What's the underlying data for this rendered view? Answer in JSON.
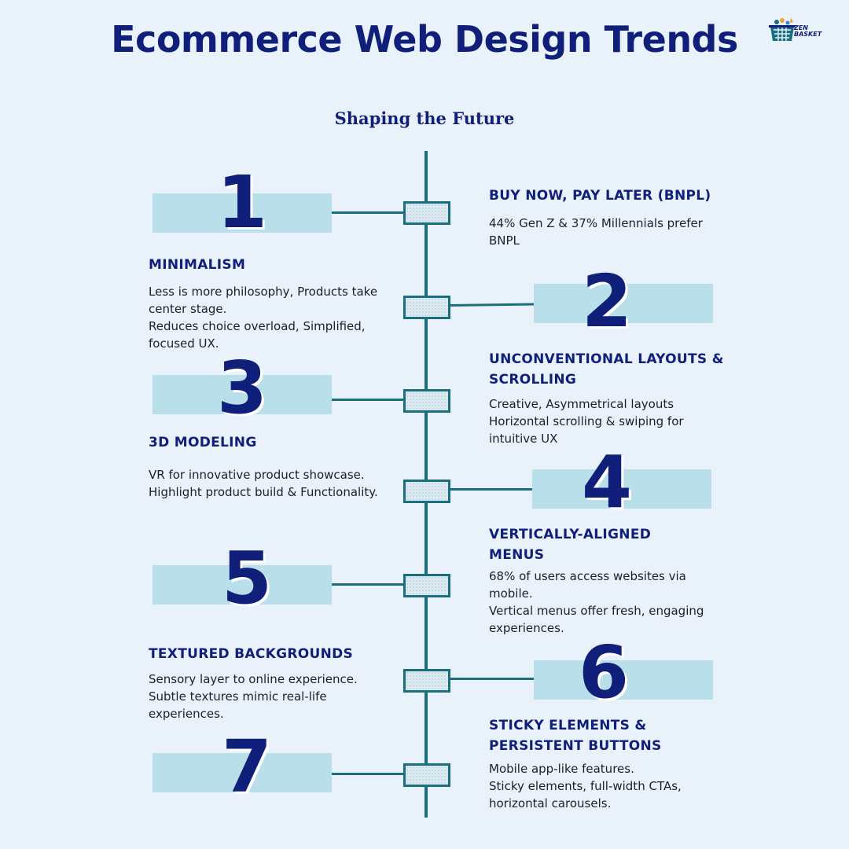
{
  "header": {
    "title": "Ecommerce Web Design Trends",
    "subtitle": "Shaping the Future",
    "logo_text": "ZEN BASKET"
  },
  "colors": {
    "navy": "#0f1f7a",
    "teal_line": "#1a6e7e",
    "band": "#b9dfeb",
    "background": "#e9f2fa"
  },
  "trends": [
    {
      "number": "1",
      "title": "BUY NOW, PAY LATER (BNPL)",
      "lines": [
        "44% Gen Z & 37% Millennials prefer BNPL"
      ]
    },
    {
      "number": "2",
      "title": "MINIMALISM",
      "lines": [
        "Less is more philosophy, Products take center stage.",
        "Reduces choice overload, Simplified, focused UX."
      ]
    },
    {
      "number": "3",
      "title": "UNCONVENTIONAL LAYOUTS & SCROLLING",
      "lines": [
        "Creative, Asymmetrical layouts",
        "Horizontal scrolling & swiping for intuitive UX"
      ]
    },
    {
      "number": "4",
      "title": "3D MODELING",
      "lines": [
        "VR for innovative product showcase.",
        "Highlight product build & Functionality."
      ]
    },
    {
      "number": "5",
      "title": "VERTICALLY-ALIGNED MENUS",
      "lines": [
        "68% of users access websites via mobile.",
        "Vertical menus offer fresh, engaging experiences."
      ]
    },
    {
      "number": "6",
      "title": "TEXTURED BACKGROUNDS",
      "lines": [
        "Sensory layer to online experience.",
        "Subtle textures mimic real-life experiences."
      ]
    },
    {
      "number": "7",
      "title": "STICKY ELEMENTS & PERSISTENT BUTTONS",
      "lines": [
        "Mobile app-like features.",
        "Sticky elements, full-width CTAs, horizontal carousels."
      ]
    }
  ]
}
